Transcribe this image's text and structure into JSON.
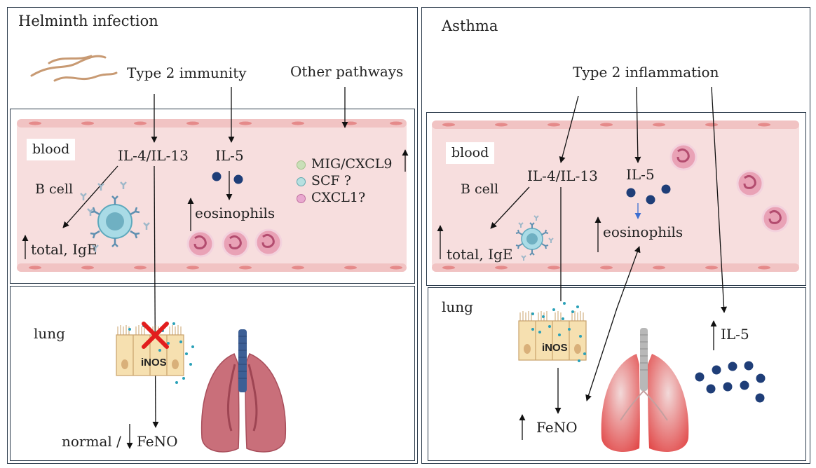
{
  "left_panel": {
    "title": "Helminth infection",
    "type2_label": "Type 2 immunity",
    "other_pathways_label": "Other pathways",
    "blood_label": "blood",
    "il4_label": "IL-4/IL-13",
    "il5_label": "IL-5",
    "bcell_label": "B cell",
    "ige_label": "total, IgE",
    "eosinophils_label": "eosinophils",
    "legend": [
      {
        "label": "MIG/CXCL9",
        "color": "#c9dfb8"
      },
      {
        "label": "SCF ?",
        "color": "#b7e0e0"
      },
      {
        "label": "CXCL1?",
        "color": "#e9a8cf"
      }
    ],
    "lung_label": "lung",
    "inos_label": "iNOS",
    "fenon_prefix": "normal /",
    "feno_label": "FeNO"
  },
  "right_panel": {
    "title": "Asthma",
    "type2_label": "Type 2 inflammation",
    "blood_label": "blood",
    "il4_label": "IL-4/IL-13",
    "il5_label": "IL-5",
    "bcell_label": "B cell",
    "ige_label": "total, IgE",
    "eosinophils_label": "eosinophils",
    "lung_label": "lung",
    "inos_label": "iNOS",
    "il5_lung_label": "IL-5",
    "feno_label": "FeNO"
  },
  "colors": {
    "frame": "#2a3a4a",
    "vessel_fill": "#f7dede",
    "vessel_wall": "#f1c3c3",
    "eosinophil": "#e89bb0",
    "il5_dot": "#1f3e78",
    "epithelium": "#f6e0b0",
    "lung": "#c96f7a",
    "trachea": "#3d5f95",
    "red_x": "#e21d1d",
    "bcell": "#6db5c7"
  }
}
